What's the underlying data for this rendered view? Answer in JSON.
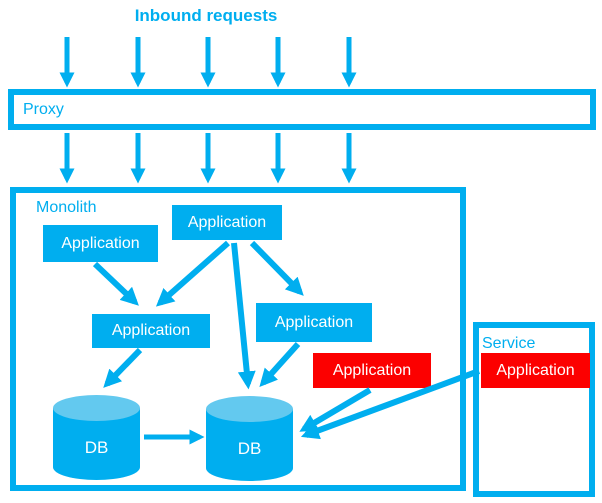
{
  "title": "Inbound requests",
  "colors": {
    "accent": "#00AEEF",
    "accent-light": "#63C9EF",
    "red": "#FC0000",
    "background": "#FFFFFF"
  },
  "proxy": {
    "label": "Proxy"
  },
  "monolith": {
    "label": "Monolith",
    "apps": [
      {
        "label": "Application",
        "variant": "blue"
      },
      {
        "label": "Application",
        "variant": "blue"
      },
      {
        "label": "Application",
        "variant": "blue"
      },
      {
        "label": "Application",
        "variant": "blue"
      },
      {
        "label": "Application",
        "variant": "red"
      }
    ],
    "dbs": [
      {
        "label": "DB"
      },
      {
        "label": "DB"
      }
    ]
  },
  "service": {
    "label": "Service",
    "app": {
      "label": "Application",
      "variant": "red"
    }
  },
  "flows": {
    "inbound_arrow_count": 5,
    "proxy_to_monolith_arrow_count": 5
  }
}
